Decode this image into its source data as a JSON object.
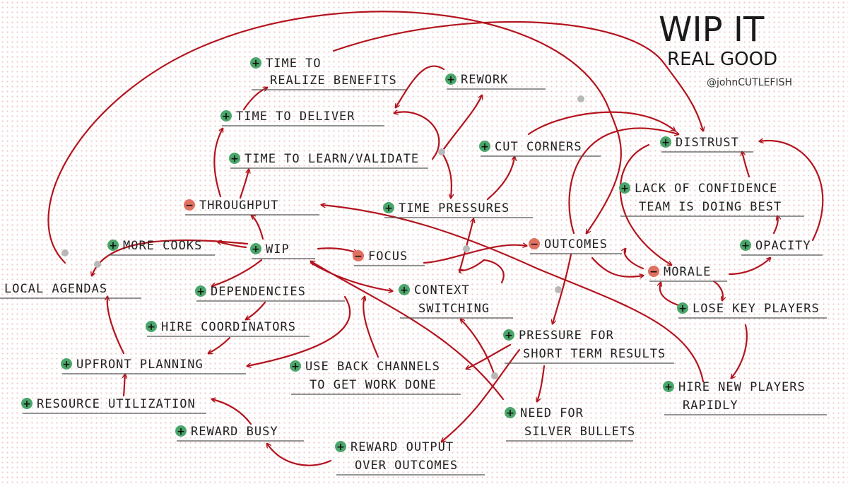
{
  "title": {
    "line1": "WIP IT",
    "line2": "REAL GOOD",
    "credit": "@johnCUTLEFISH"
  },
  "nodes": [
    {
      "id": "time-to-realize-benefits",
      "sign": "+",
      "lines": [
        "TIME TO",
        "REALIZE BENEFITS"
      ]
    },
    {
      "id": "rework",
      "sign": "+",
      "lines": [
        "REWORK"
      ]
    },
    {
      "id": "time-to-deliver",
      "sign": "+",
      "lines": [
        "TIME TO DELIVER"
      ]
    },
    {
      "id": "time-to-learn-validate",
      "sign": "+",
      "lines": [
        "TIME TO LEARN/VALIDATE"
      ]
    },
    {
      "id": "cut-corners",
      "sign": "+",
      "lines": [
        "CUT CORNERS"
      ]
    },
    {
      "id": "distrust",
      "sign": "+",
      "lines": [
        "DISTRUST"
      ]
    },
    {
      "id": "lack-of-confidence",
      "sign": "+",
      "lines": [
        "LACK OF CONFIDENCE",
        "TEAM IS DOING BEST"
      ]
    },
    {
      "id": "throughput",
      "sign": "−",
      "lines": [
        "THROUGHPUT"
      ]
    },
    {
      "id": "time-pressures",
      "sign": "+",
      "lines": [
        "TIME PRESSURES"
      ]
    },
    {
      "id": "more-cooks",
      "sign": "+",
      "lines": [
        "MORE COOKS"
      ]
    },
    {
      "id": "wip",
      "sign": "+",
      "lines": [
        "WIP"
      ]
    },
    {
      "id": "focus",
      "sign": "−",
      "lines": [
        "FOCUS"
      ]
    },
    {
      "id": "outcomes",
      "sign": "−",
      "lines": [
        "OUTCOMES"
      ]
    },
    {
      "id": "opacity",
      "sign": "+",
      "lines": [
        "OPACITY"
      ]
    },
    {
      "id": "morale",
      "sign": "−",
      "lines": [
        "MORALE"
      ]
    },
    {
      "id": "local-agendas",
      "sign": "",
      "lines": [
        "LOCAL AGENDAS"
      ]
    },
    {
      "id": "dependencies",
      "sign": "+",
      "lines": [
        "DEPENDENCIES"
      ]
    },
    {
      "id": "context-switching",
      "sign": "+",
      "lines": [
        "CONTEXT",
        "SWITCHING"
      ]
    },
    {
      "id": "lose-key-players",
      "sign": "+",
      "lines": [
        "LOSE KEY PLAYERS"
      ]
    },
    {
      "id": "hire-coordinators",
      "sign": "+",
      "lines": [
        "HIRE COORDINATORS"
      ]
    },
    {
      "id": "pressure-short-term",
      "sign": "+",
      "lines": [
        "PRESSURE FOR",
        "SHORT TERM RESULTS"
      ]
    },
    {
      "id": "upfront-planning",
      "sign": "+",
      "lines": [
        "UPFRONT PLANNING"
      ]
    },
    {
      "id": "back-channels",
      "sign": "+",
      "lines": [
        "USE BACK CHANNELS",
        "TO GET WORK DONE"
      ]
    },
    {
      "id": "hire-new-players",
      "sign": "+",
      "lines": [
        "HIRE NEW PLAYERS",
        "RAPIDLY"
      ]
    },
    {
      "id": "resource-utilization",
      "sign": "+",
      "lines": [
        "RESOURCE UTILIZATION"
      ]
    },
    {
      "id": "need-silver-bullets",
      "sign": "+",
      "lines": [
        "NEED FOR",
        "SILVER BULLETS"
      ]
    },
    {
      "id": "reward-busy",
      "sign": "+",
      "lines": [
        "REWARD BUSY"
      ]
    },
    {
      "id": "reward-output",
      "sign": "+",
      "lines": [
        "REWARD OUTPUT",
        "OVER OUTCOMES"
      ]
    }
  ],
  "colors": {
    "arrow": "#b3141e",
    "positive_sign": "#4aa66a",
    "negative_sign": "#e07060",
    "dot_grid": "#cd6969"
  }
}
